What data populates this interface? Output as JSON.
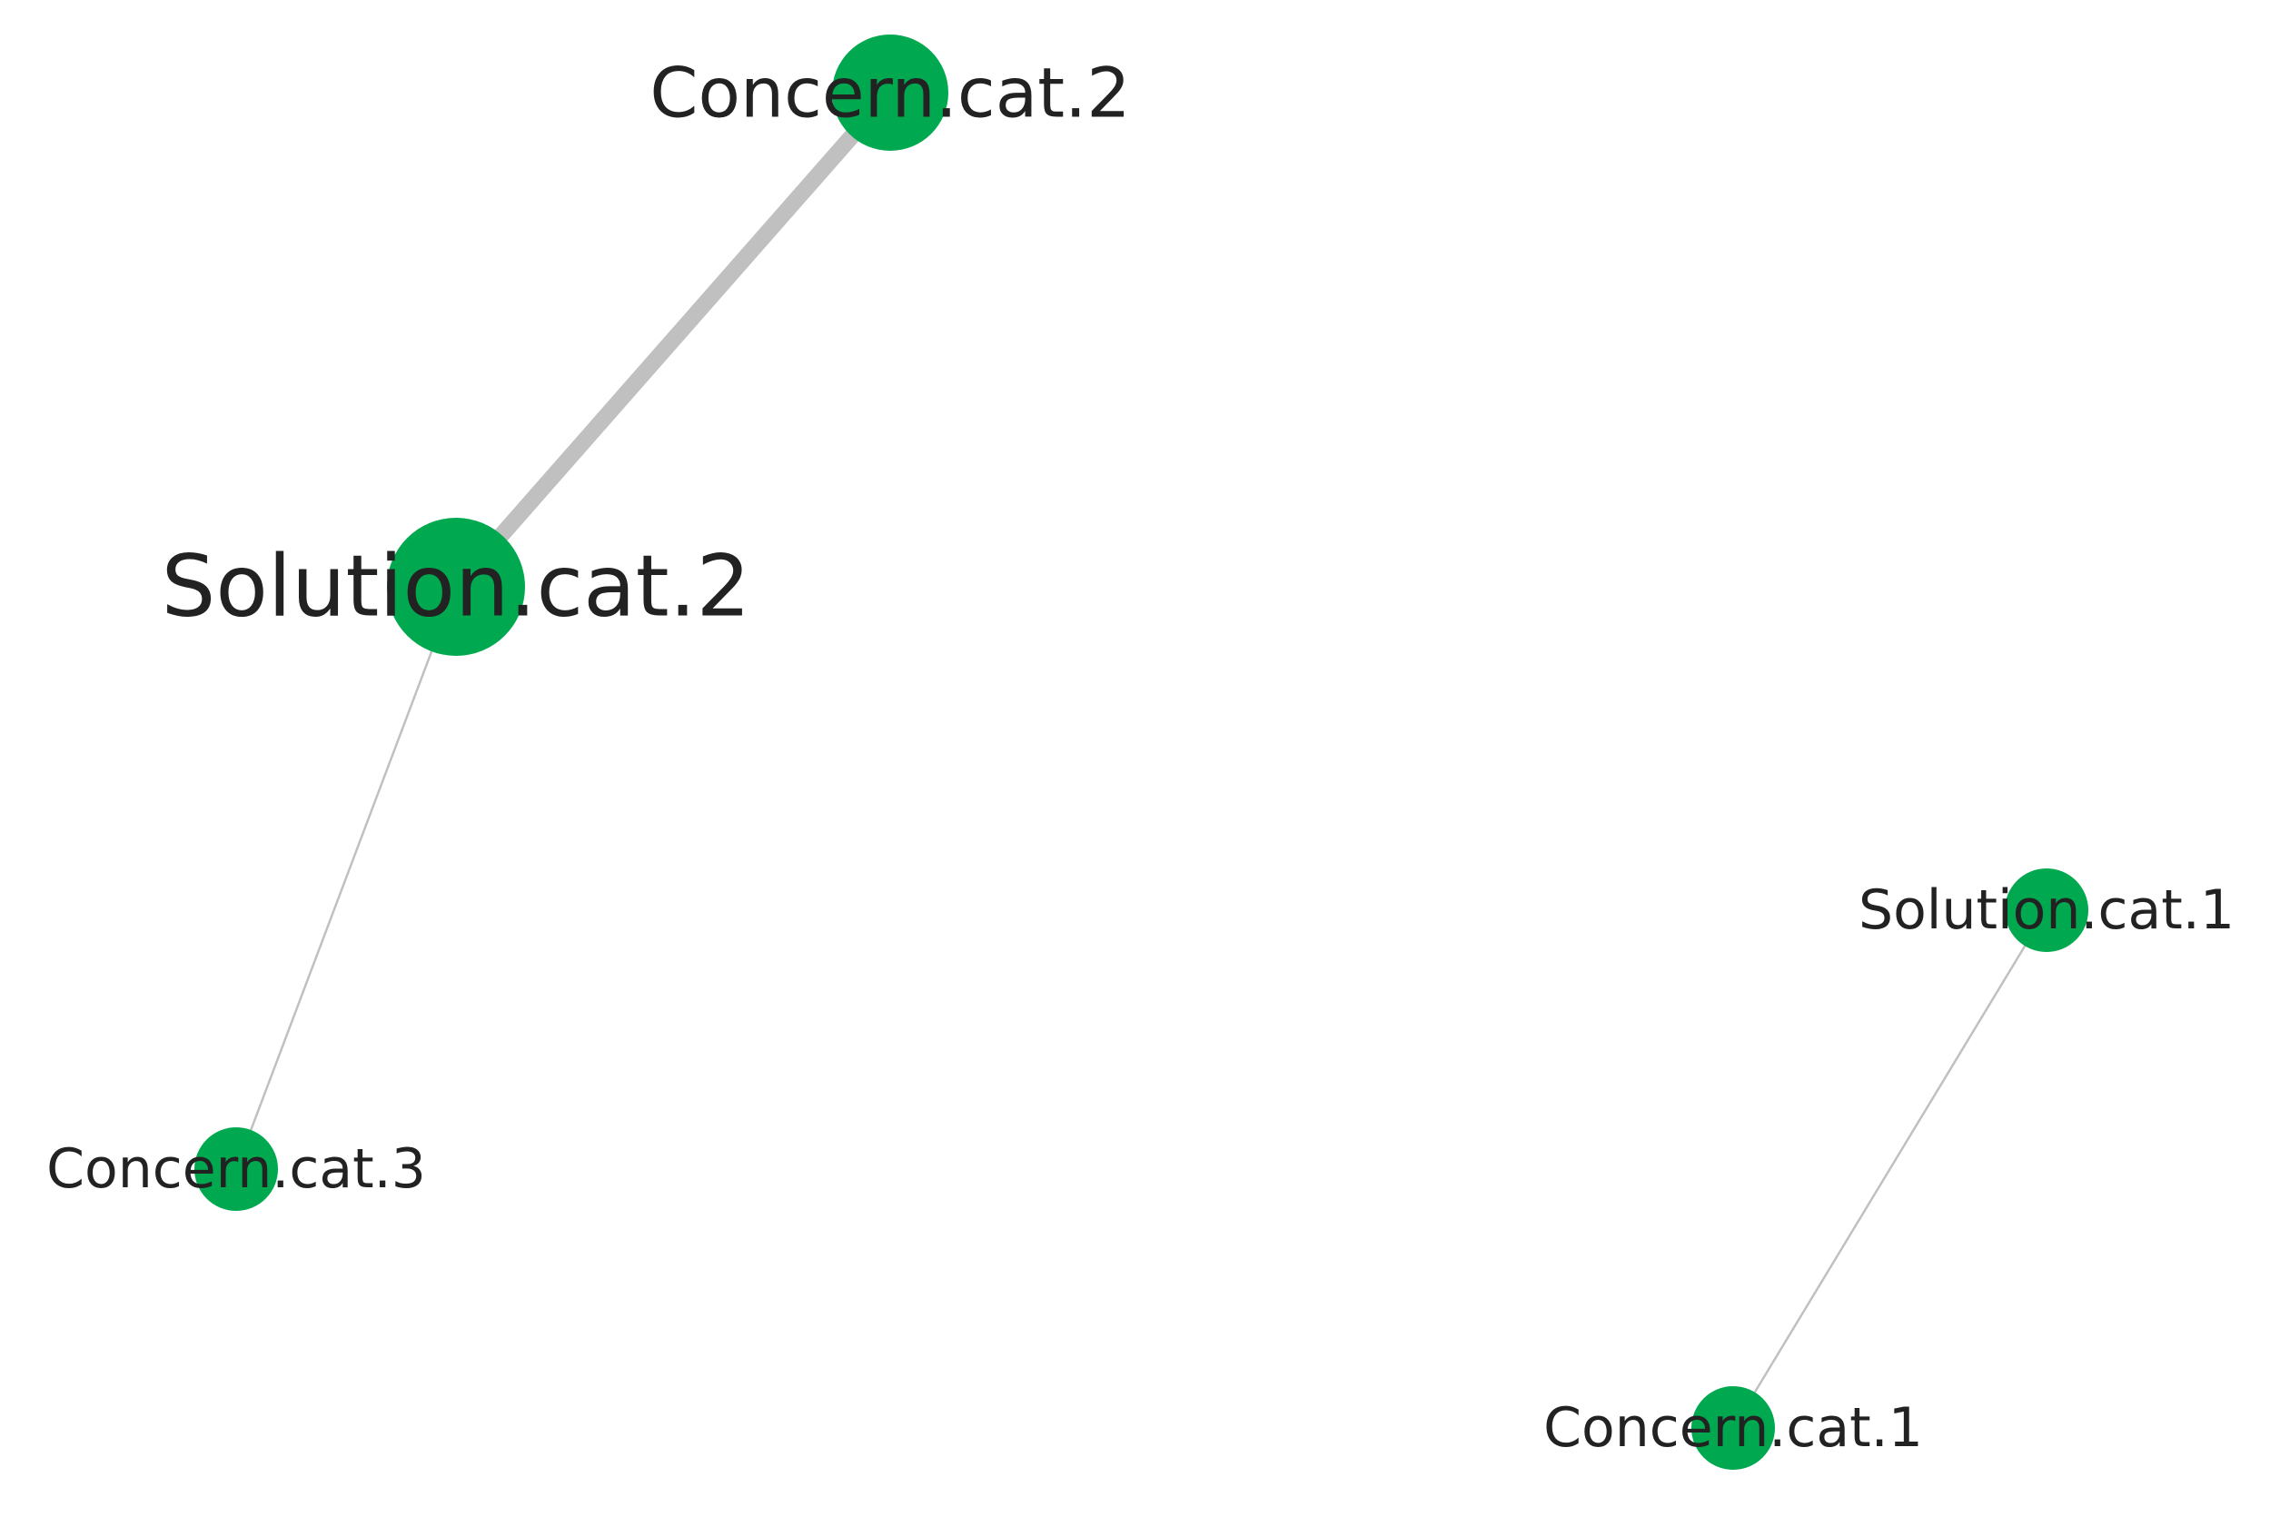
{
  "colors": {
    "node": "#00a94f",
    "edge": "#c0c0c0",
    "label": "#222222",
    "background": "#ffffff"
  },
  "nodes": [
    {
      "id": "concern-cat-2",
      "label": "Concern.cat.2"
    },
    {
      "id": "solution-cat-2",
      "label": "Solution.cat.2"
    },
    {
      "id": "concern-cat-3",
      "label": "Concern.cat.3"
    },
    {
      "id": "solution-cat-1",
      "label": "Solution.cat.1"
    },
    {
      "id": "concern-cat-1",
      "label": "Concern.cat.1"
    }
  ],
  "edges": [
    {
      "source": "concern-cat-2",
      "target": "solution-cat-2",
      "weight": "strong"
    },
    {
      "source": "solution-cat-2",
      "target": "concern-cat-3",
      "weight": "weak"
    },
    {
      "source": "solution-cat-1",
      "target": "concern-cat-1",
      "weight": "weak"
    }
  ]
}
